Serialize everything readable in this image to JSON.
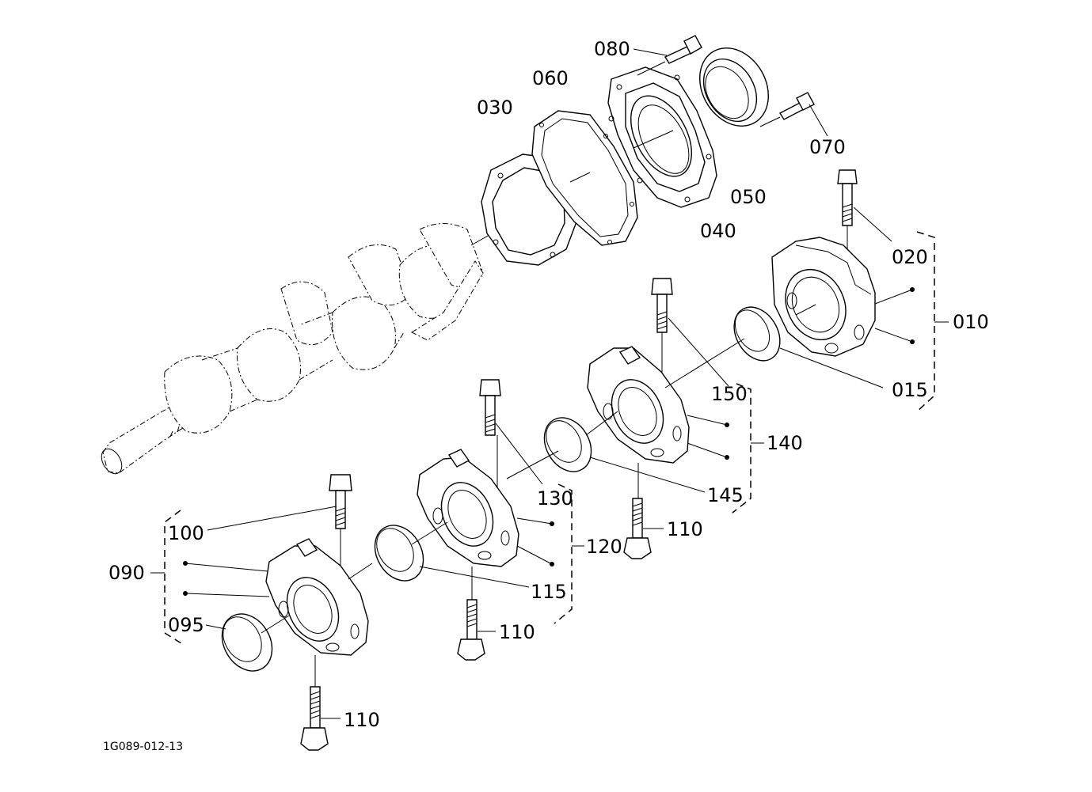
{
  "drawing_code": "1G089-012-13",
  "callouts": {
    "c080": "080",
    "c060": "060",
    "c030": "030",
    "c070": "070",
    "c050": "050",
    "c040": "040",
    "c020": "020",
    "c010": "010",
    "c015": "015",
    "c150": "150",
    "c140": "140",
    "c145": "145",
    "c130": "130",
    "c110a": "110",
    "c120": "120",
    "c115": "115",
    "c110b": "110",
    "c100": "100",
    "c090": "090",
    "c095": "095",
    "c110c": "110"
  }
}
